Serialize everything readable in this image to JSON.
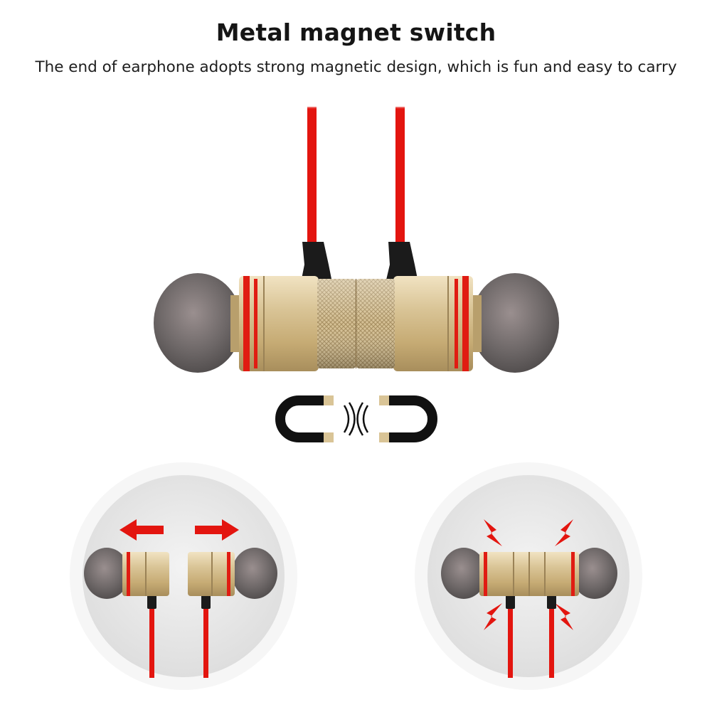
{
  "header": {
    "title": "Metal magnet switch",
    "subtitle": "The end of earphone adopts strong magnetic design, which is fun and easy to carry"
  },
  "illustration": {
    "product": "magnetic-earphones",
    "colors": {
      "cable": "#e3150f",
      "metal_housing": "#d3bd92",
      "ear_tip": "#6f6a6a",
      "strain_relief": "#1b1b1b",
      "accent_ring": "#e01c12",
      "background_circle": "#ececec"
    },
    "icons": [
      "magnet-attract-icon",
      "arrow-left-icon",
      "arrow-right-icon",
      "lightning-icon"
    ]
  }
}
